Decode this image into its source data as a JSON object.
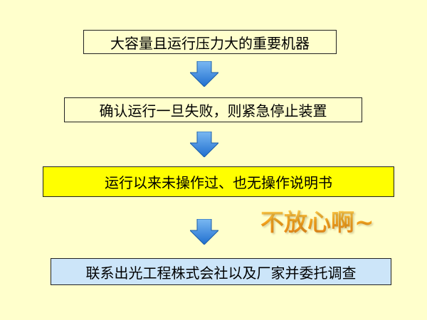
{
  "steps": [
    "大容量且运行压力大的重要机器",
    "确认运行一旦失败，则紧急停止装置",
    "运行以来未操作过、也无操作说明书",
    "联系出光工程株式会社以及厂家并委托调查"
  ],
  "exclamation": "不放心啊~",
  "colors": {
    "background": "#ffffcc",
    "highlight_box": "#ffff00",
    "final_box": "#cce5f9",
    "arrow_fill": "#2f7fd6",
    "exclamation": "#f5a623"
  },
  "icons": [
    "down-arrow-icon",
    "down-arrow-icon",
    "down-arrow-icon"
  ]
}
